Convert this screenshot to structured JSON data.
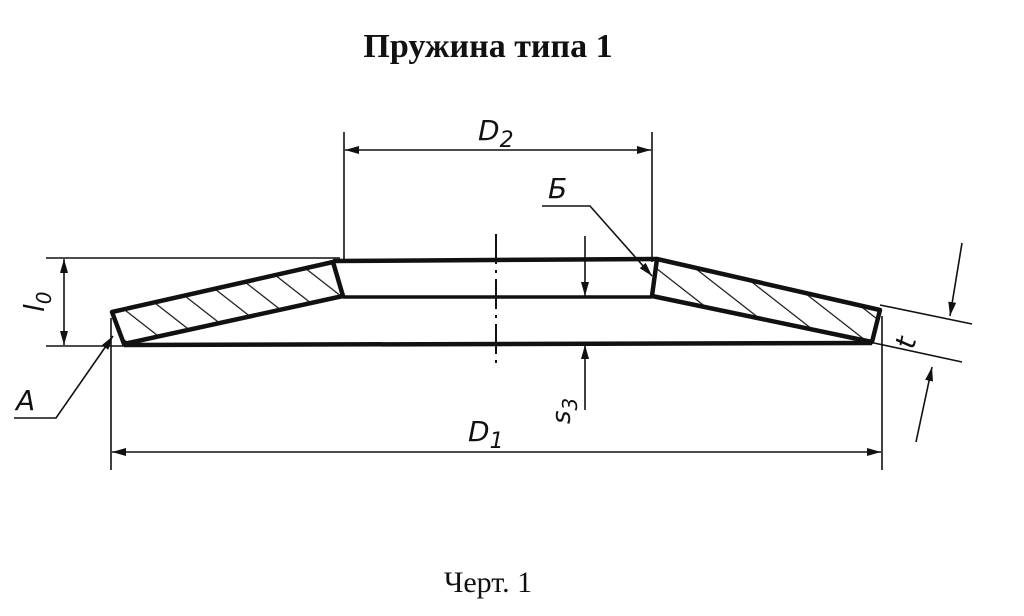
{
  "title": "Пружина типа 1",
  "caption": "Черт.  1",
  "labels": {
    "D2": "D",
    "D2_sub": "2",
    "D1": "D",
    "D1_sub": "1",
    "l0": "l",
    "l0_sub": "0",
    "s3": "s",
    "s3_sub": "3",
    "t": "t",
    "A": "A",
    "B": "Б"
  },
  "colors": {
    "ink": "#111111",
    "background": "#ffffff"
  }
}
